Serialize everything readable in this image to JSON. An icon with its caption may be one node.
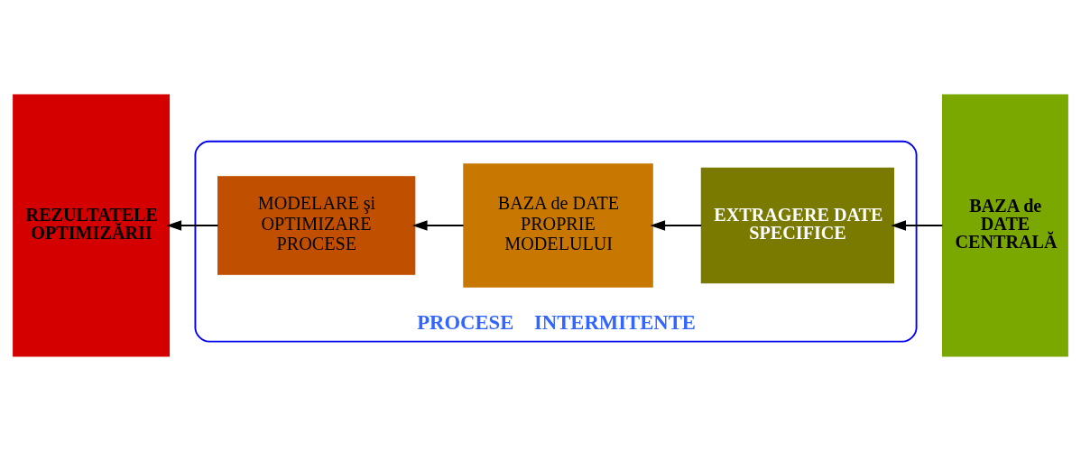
{
  "diagram": {
    "nodes": [
      {
        "text": [
          "REZULTATELE  OPTIMIZĂRII"
        ]
      },
      {
        "text": [
          "PROCESE    INTERMITENTE"
        ]
      },
      {
        "text": [
          "MODELARE şi OPTIMIZARE PROCESE"
        ],
        "in": 1
      },
      {
        "text": [
          "BAZA de DATE PROPRIE MODELULUI"
        ],
        "in": 1
      },
      {
        "text": [
          "EXTRAGERE DATE SPECIFICE"
        ],
        "in": 1
      },
      {
        "text": [
          "BAZA de DATE CENTRALĂ"
        ]
      }
    ],
    "edges": [
      {
        "from": 5,
        "to": 4,
        "arrow": "to"
      },
      {
        "from": 4,
        "to": 3,
        "arrow": "to"
      },
      {
        "from": 3,
        "to": 2,
        "arrow": "to"
      },
      {
        "from": 2,
        "to": 0,
        "arrow": "to"
      }
    ]
  }
}
